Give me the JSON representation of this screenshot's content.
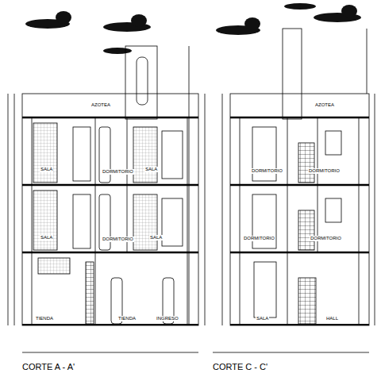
{
  "diagram": {
    "labels": [
      "AZOTEA",
      "SALA",
      "DORMITORIO",
      "SALA",
      "SALA",
      "DORMITORIO",
      "SALA",
      "TIENDA",
      "TIENDA",
      "INGRESO",
      "AZOTEA",
      "DORMITORIO",
      "DORMITORIO",
      "DORMITORIO",
      "DORMITORIO",
      "SALA",
      "HALL",
      "CORTE A - A'",
      "CORTE C - C'"
    ]
  }
}
